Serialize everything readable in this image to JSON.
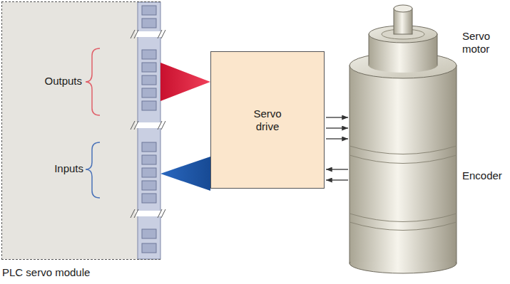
{
  "diagram": {
    "nodes": [
      {
        "text": [
          "PLC servo module"
        ]
      },
      {
        "text": [
          "Servo drive"
        ]
      },
      {
        "text": [
          "Servo motor",
          "Encoder"
        ]
      }
    ],
    "edges": [
      {
        "from": 0,
        "to": 1,
        "arrow": "to"
      },
      {
        "from": 1,
        "to": 0,
        "arrow": "to"
      },
      {
        "from": 1,
        "to": 2,
        "arrow": "to"
      },
      {
        "from": 1,
        "to": 2,
        "arrow": "to"
      },
      {
        "from": 1,
        "to": 2,
        "arrow": "to"
      },
      {
        "from": 2,
        "to": 1,
        "arrow": "to"
      },
      {
        "from": 2,
        "to": 1,
        "arrow": "to"
      }
    ],
    "labels": [
      "Outputs",
      "Inputs"
    ]
  }
}
